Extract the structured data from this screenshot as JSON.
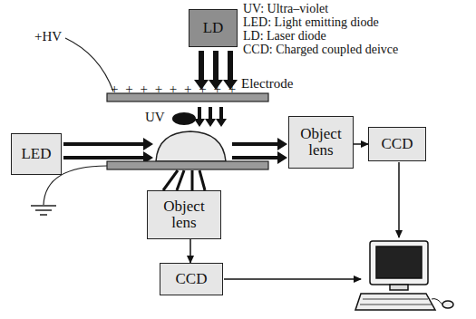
{
  "diagram": {
    "nodes": [
      {
        "text": [
          "LD"
        ]
      },
      {
        "text": [
          "LED"
        ]
      },
      {
        "text": [
          "Object lens"
        ]
      },
      {
        "text": [
          "CCD"
        ]
      },
      {
        "text": [
          "Object lens"
        ]
      },
      {
        "text": [
          "CCD"
        ]
      }
    ],
    "edges": [
      {
        "from": 2,
        "to": 3,
        "arrow": "to"
      },
      {
        "from": 4,
        "to": 5,
        "arrow": "to"
      }
    ],
    "labels": [
      "UV: Ultra–violet",
      "LED: Light emitting diode",
      "LD: Laser diode",
      "CCD: Charged coupled deivce",
      "+HV",
      "+ + + + + + + + +",
      "Electrode",
      "UV"
    ]
  }
}
